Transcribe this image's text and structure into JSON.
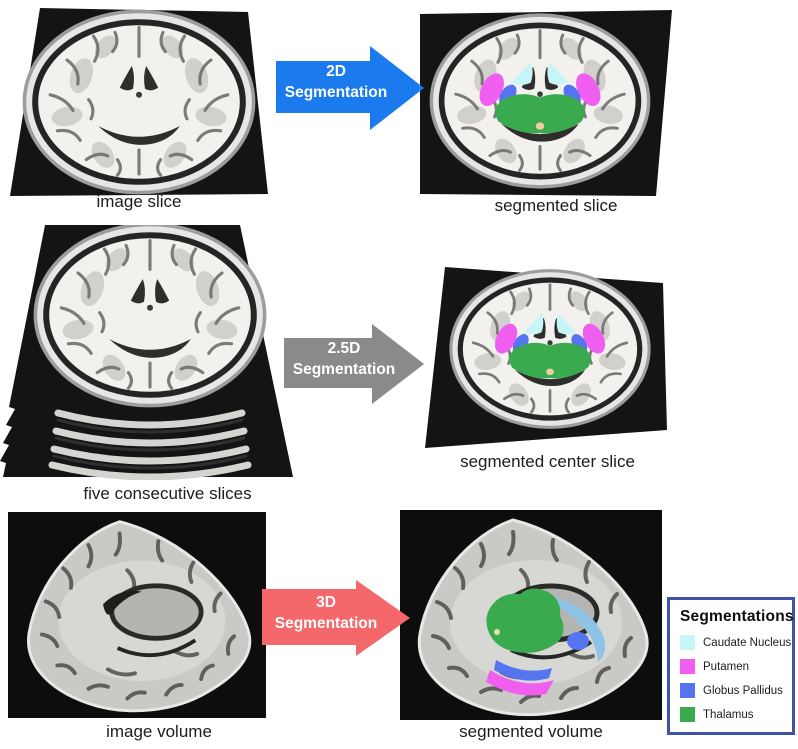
{
  "figure": {
    "rows": [
      {
        "left_label": "image slice",
        "arrow": {
          "line1": "2D",
          "line2": "Segmentation",
          "color": "#1b7bee"
        },
        "right_label": "segmented slice"
      },
      {
        "left_label": "five consecutive slices",
        "arrow": {
          "line1": "2.5D",
          "line2": "Segmentation",
          "color": "#8a8a8a"
        },
        "right_label": "segmented center slice"
      },
      {
        "left_label": "image volume",
        "arrow": {
          "line1": "3D",
          "line2": "Segmentation",
          "color": "#f4686b"
        },
        "right_label": "segmented volume"
      }
    ]
  },
  "legend": {
    "title": "Segmentations",
    "items": [
      {
        "label": "Caudate Nucleus",
        "color": "#c7f6f8"
      },
      {
        "label": "Putamen",
        "color": "#f05ef0"
      },
      {
        "label": "Globus Pallidus",
        "color": "#5575f0"
      },
      {
        "label": "Thalamus",
        "color": "#3aaa4e"
      }
    ]
  },
  "colors": {
    "caudate": "#c7f6f8",
    "putamen": "#f05ef0",
    "globus_pallidus": "#5575f0",
    "thalamus": "#3aaa4e",
    "caudate_volume": "#8fc3e6"
  }
}
